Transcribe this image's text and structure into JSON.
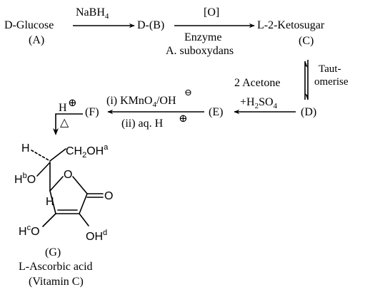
{
  "row1": {
    "glucose": "D-Glucose",
    "glucose_tag": "(A)",
    "reagent1": "NaBH",
    "reagent1_sub": "4",
    "compound_b": "D-(B)",
    "oxidant": "[O]",
    "enzyme": "Enzyme",
    "organism": "A. suboxydans",
    "ketosugar": "L-2-Ketosugar",
    "ketosugar_tag": "(C)"
  },
  "tautomer": {
    "line1": "Taut-",
    "line2": "omerise"
  },
  "row2": {
    "acetone": "2 Acetone",
    "acid_prefix": "+H",
    "acid_sub": "2",
    "acid_suffix": "SO",
    "acid_sub2": "4",
    "compound_d": "(D)",
    "compound_e": "(E)",
    "step_i_prefix": "(i) KMnO",
    "step_i_sub": "4",
    "step_i_sep": "/",
    "step_i_base": "OH",
    "step_ii": "(ii) aq. H",
    "compound_f": "(F)",
    "acid_cat": "H",
    "plus_symbol": "⊕",
    "minus_symbol": "⊖",
    "heat_symbol": "△"
  },
  "structure": {
    "h_top": "H",
    "ch2oh": "CH",
    "ch2oh_sub": "2",
    "ch2oh_tail": "OH",
    "sup_a": "a",
    "hbo_h": "H",
    "sup_b": "b",
    "hbo_o": "O",
    "ring_o": "O",
    "carbonyl_o": "O",
    "h_ring": "H",
    "hco_h": "H",
    "sup_c": "c",
    "hco_o": "O",
    "ohd": "OH",
    "sup_d": "d",
    "tag": "(G)",
    "name": "L-Ascorbic acid",
    "subname": "(Vitamin C)"
  }
}
